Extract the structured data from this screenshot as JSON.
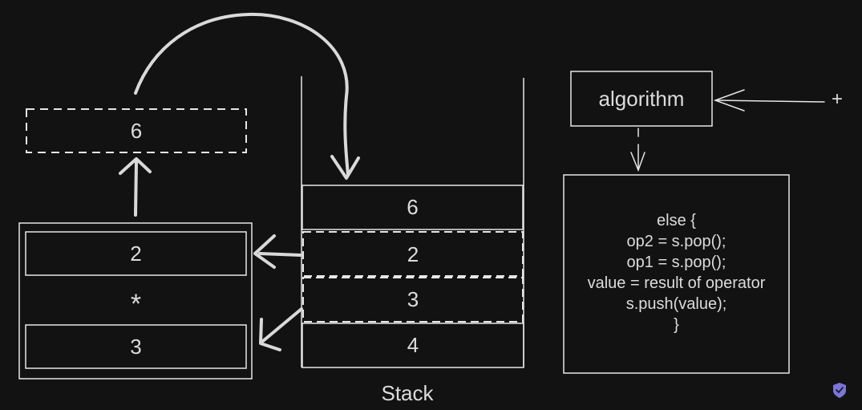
{
  "result_box": {
    "value": "6"
  },
  "operands": {
    "op2": "2",
    "operator": "*",
    "op1": "3"
  },
  "stack": {
    "label": "Stack",
    "items": [
      "6",
      "2",
      "3",
      "4"
    ]
  },
  "algorithm": {
    "title": "algorithm",
    "input_symbol": "+",
    "code_lines": [
      "else {",
      "op2 = s.pop();",
      "op1 = s.pop();",
      "value = result of operator",
      "s.push(value);",
      "}"
    ]
  },
  "colors": {
    "background": "#121212",
    "stroke": "#e6e6e6",
    "badge": "#7b74d9"
  }
}
